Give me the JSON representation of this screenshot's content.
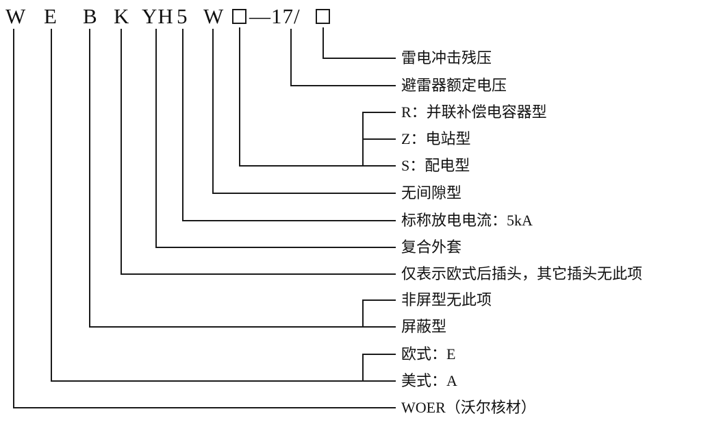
{
  "code": {
    "chars": [
      "W",
      "E",
      "B",
      "K",
      "YH",
      "5",
      "W"
    ],
    "suffix": "—17/"
  },
  "labels": [
    {
      "text": "雷电冲击残压"
    },
    {
      "text": "避雷器额定电压"
    },
    {
      "text": "R：并联补偿电容器型"
    },
    {
      "text": "Z：电站型"
    },
    {
      "text": "S：配电型"
    },
    {
      "text": "无间隙型"
    },
    {
      "text": "标称放电电流：5kA"
    },
    {
      "text": "复合外套"
    },
    {
      "text": "仅表示欧式后插头，其它插头无此项"
    },
    {
      "text": "非屏型无此项"
    },
    {
      "text": "屏蔽型"
    },
    {
      "text": "欧式：E"
    },
    {
      "text": "美式：A"
    },
    {
      "text": "WOER（沃尔核材）"
    }
  ]
}
